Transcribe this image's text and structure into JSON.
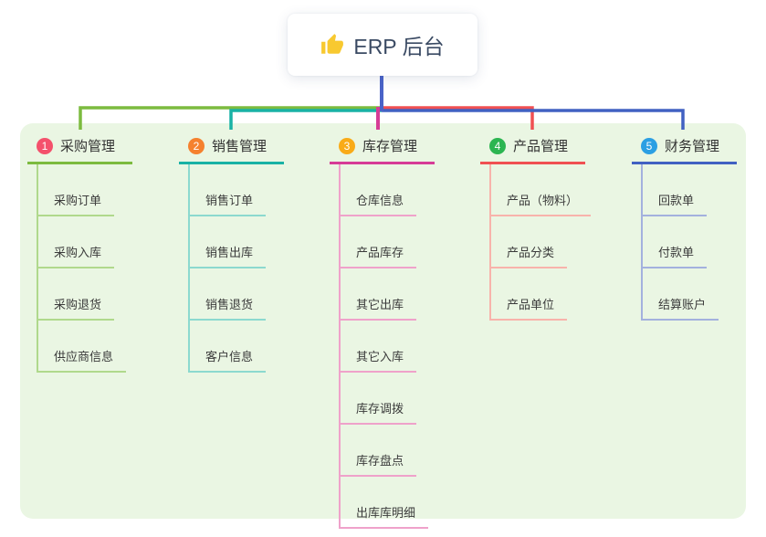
{
  "root": {
    "title": "ERP 后台",
    "icon": "thumbs-up"
  },
  "branches": [
    {
      "num": "1",
      "title": "采购管理",
      "color": "#7cbb3f",
      "line_color": "#b0d98c",
      "badge_color": "#f4516c",
      "items": [
        "采购订单",
        "采购入库",
        "采购退货",
        "供应商信息"
      ]
    },
    {
      "num": "2",
      "title": "销售管理",
      "color": "#19b2a5",
      "line_color": "#8cd9cf",
      "badge_color": "#f5812e",
      "items": [
        "销售订单",
        "销售出库",
        "销售退货",
        "客户信息"
      ]
    },
    {
      "num": "3",
      "title": "库存管理",
      "color": "#d63c96",
      "line_color": "#efa2ca",
      "badge_color": "#f9ab18",
      "items": [
        "仓库信息",
        "产品库存",
        "其它出库",
        "其它入库",
        "库存调拨",
        "库存盘点",
        "出库库明细"
      ]
    },
    {
      "num": "4",
      "title": "产品管理",
      "color": "#f05052",
      "line_color": "#f8b3ab",
      "badge_color": "#2cb551",
      "items": [
        "产品（物料）",
        "产品分类",
        "产品单位"
      ]
    },
    {
      "num": "5",
      "title": "财务管理",
      "color": "#4161c2",
      "line_color": "#a3b1de",
      "badge_color": "#2b9fe3",
      "items": [
        "回款单",
        "付款单",
        "结算账户"
      ]
    }
  ],
  "colors": {
    "panel_background": "#eaf6e3",
    "root_connector": "#4a63c8"
  }
}
